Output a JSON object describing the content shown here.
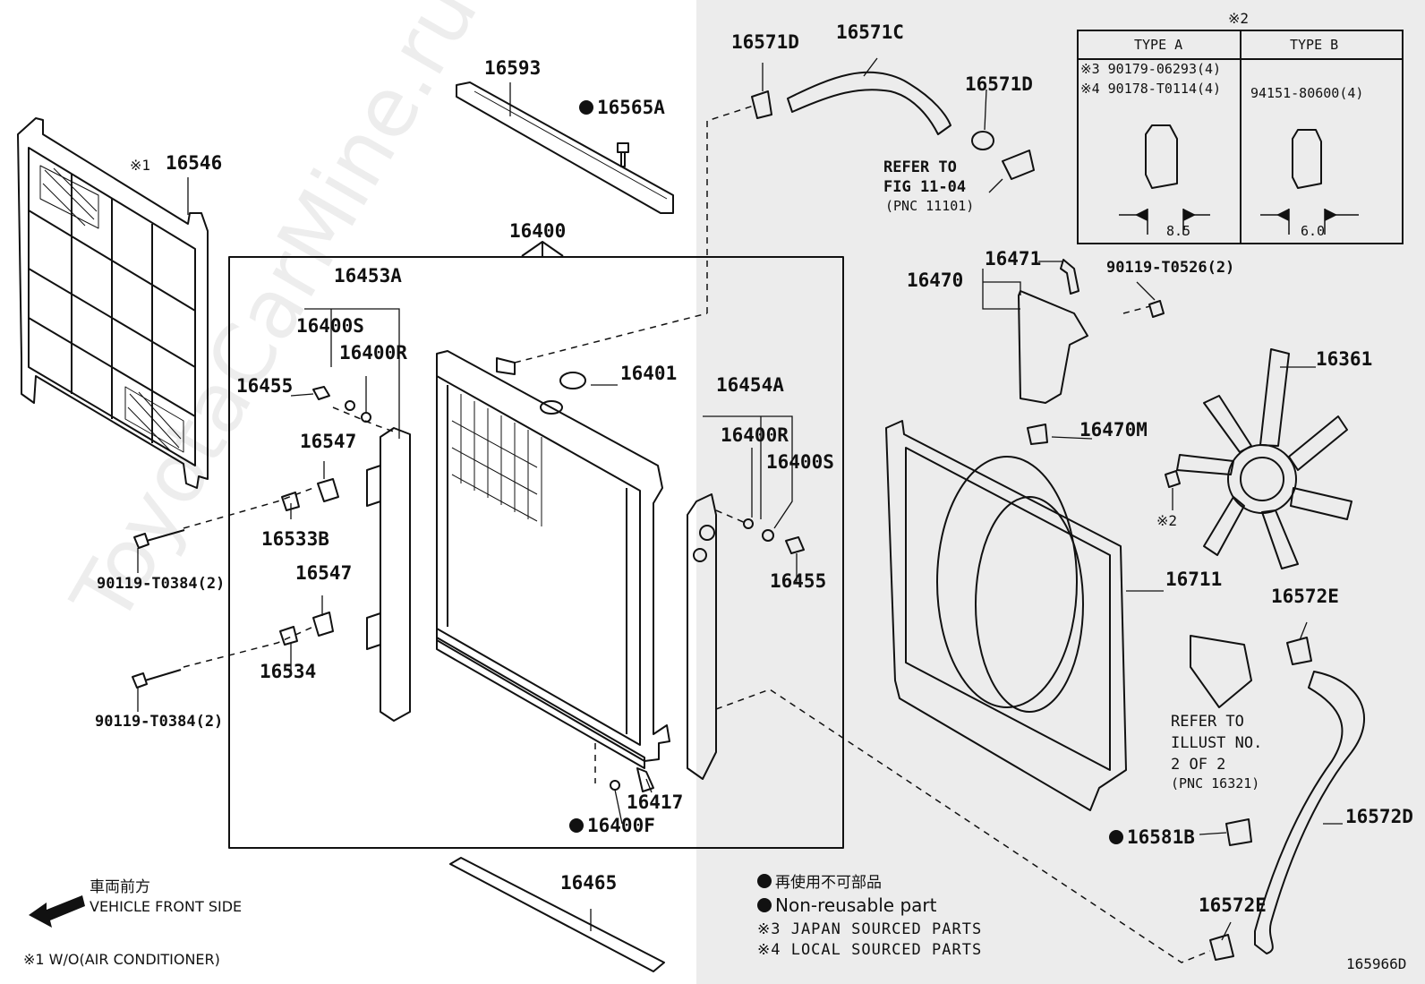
{
  "watermark": "ToyotaCarMine.ru",
  "figure_code": "165966D",
  "notes": {
    "star2_top": "※2",
    "star1_mark": "※1",
    "footnote_1": "※1  W/O(AIR CONDITIONER)",
    "legend_jp": "再使用不可部品",
    "legend_en": "Non-reusable part",
    "legend_star3": "※3 JAPAN SOURCED PARTS",
    "legend_star4": "※4 LOCAL SOURCED PARTS"
  },
  "direction": {
    "jp": "車両前方",
    "en": "VEHICLE FRONT SIDE"
  },
  "type_table": {
    "type_a": "TYPE A",
    "type_b": "TYPE B",
    "a_line1": "※3 90179-06293(4)",
    "a_line2": "※4 90178-T0114(4)",
    "b_line1": "94151-80600(4)",
    "a_dim": "8.5",
    "b_dim": "6.0"
  },
  "parts": {
    "p16546": "16546",
    "p16593": "16593",
    "p16565A": "16565A",
    "p16400": "16400",
    "p16453A": "16453A",
    "p16400S_l": "16400S",
    "p16400R_l": "16400R",
    "p16455_l": "16455",
    "p16547_a": "16547",
    "p16533B": "16533B",
    "p90119_T0384_a": "90119-T0384(2)",
    "p16547_b": "16547",
    "p16534": "16534",
    "p90119_T0384_b": "90119-T0384(2)",
    "p16401": "16401",
    "p16454A": "16454A",
    "p16400R_r": "16400R",
    "p16400S_r": "16400S",
    "p16455_r": "16455",
    "p16417": "16417",
    "p16400F": "16400F",
    "p16465": "16465",
    "p16571D_a": "16571D",
    "p16571C": "16571C",
    "p16571D_b": "16571D",
    "p16470": "16470",
    "p16471": "16471",
    "p90119_T0526": "90119-T0526(2)",
    "p16470M": "16470M",
    "p16361": "16361",
    "p16711": "16711",
    "p16572E_a": "16572E",
    "p16572D": "16572D",
    "p16581B": "16581B",
    "p16572E_b": "16572E",
    "star2_fan": "※2"
  },
  "refs": {
    "fig_line1": "REFER TO",
    "fig_line2": "FIG 11-04",
    "fig_line3": "(PNC 11101)",
    "ill_line1": "REFER TO",
    "ill_line2": "ILLUST NO.",
    "ill_line3": "2 OF 2",
    "ill_line4": "(PNC 16321)"
  }
}
